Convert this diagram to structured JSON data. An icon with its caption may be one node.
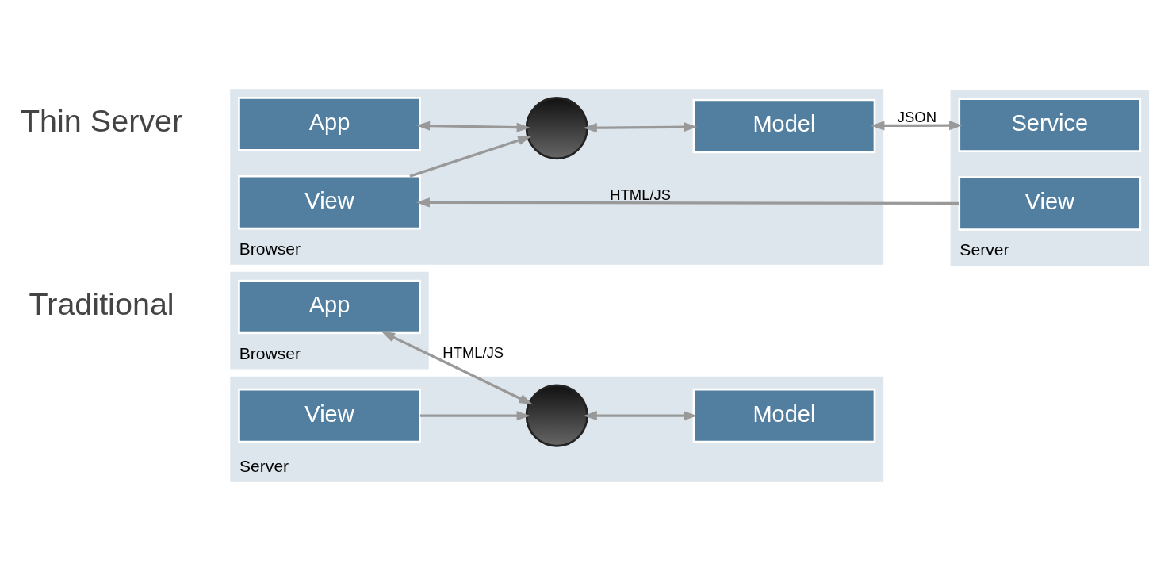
{
  "diagram": {
    "nodes": [
      {
        "text": [
          "Browser"
        ]
      },
      {
        "text": [
          "App"
        ],
        "in": 0
      },
      {
        "text": [
          "Server"
        ]
      },
      {
        "text": [],
        "shape": "circle",
        "in": 2
      },
      {
        "text": [
          "View"
        ],
        "in": 2
      },
      {
        "text": [
          "Model"
        ],
        "in": 2
      },
      {
        "text": [
          "Browser"
        ]
      },
      {
        "text": [
          "App"
        ],
        "in": 6
      },
      {
        "text": [],
        "shape": "circle",
        "in": 6
      },
      {
        "text": [
          "View"
        ],
        "in": 6
      },
      {
        "text": [
          "Model"
        ],
        "in": 6
      },
      {
        "text": [
          "Server"
        ]
      },
      {
        "text": [
          "View"
        ],
        "in": 11
      },
      {
        "text": [
          "Service"
        ],
        "in": 11
      }
    ],
    "edges": [
      {
        "from": 1,
        "to": 3,
        "arrow": "both",
        "label": "HTML/JS"
      },
      {
        "from": 4,
        "to": 3,
        "arrow": "to"
      },
      {
        "from": 3,
        "to": 5,
        "arrow": "both"
      },
      {
        "from": 7,
        "to": 8,
        "arrow": "both"
      },
      {
        "from": 9,
        "to": 8,
        "arrow": "to"
      },
      {
        "from": 8,
        "to": 10,
        "arrow": "both"
      },
      {
        "from": 12,
        "to": 9,
        "arrow": "to",
        "label": "HTML/JS"
      },
      {
        "from": 10,
        "to": 13,
        "arrow": "both",
        "label": "JSON"
      }
    ],
    "labels": [
      "Traditional",
      "Thin Server"
    ]
  }
}
